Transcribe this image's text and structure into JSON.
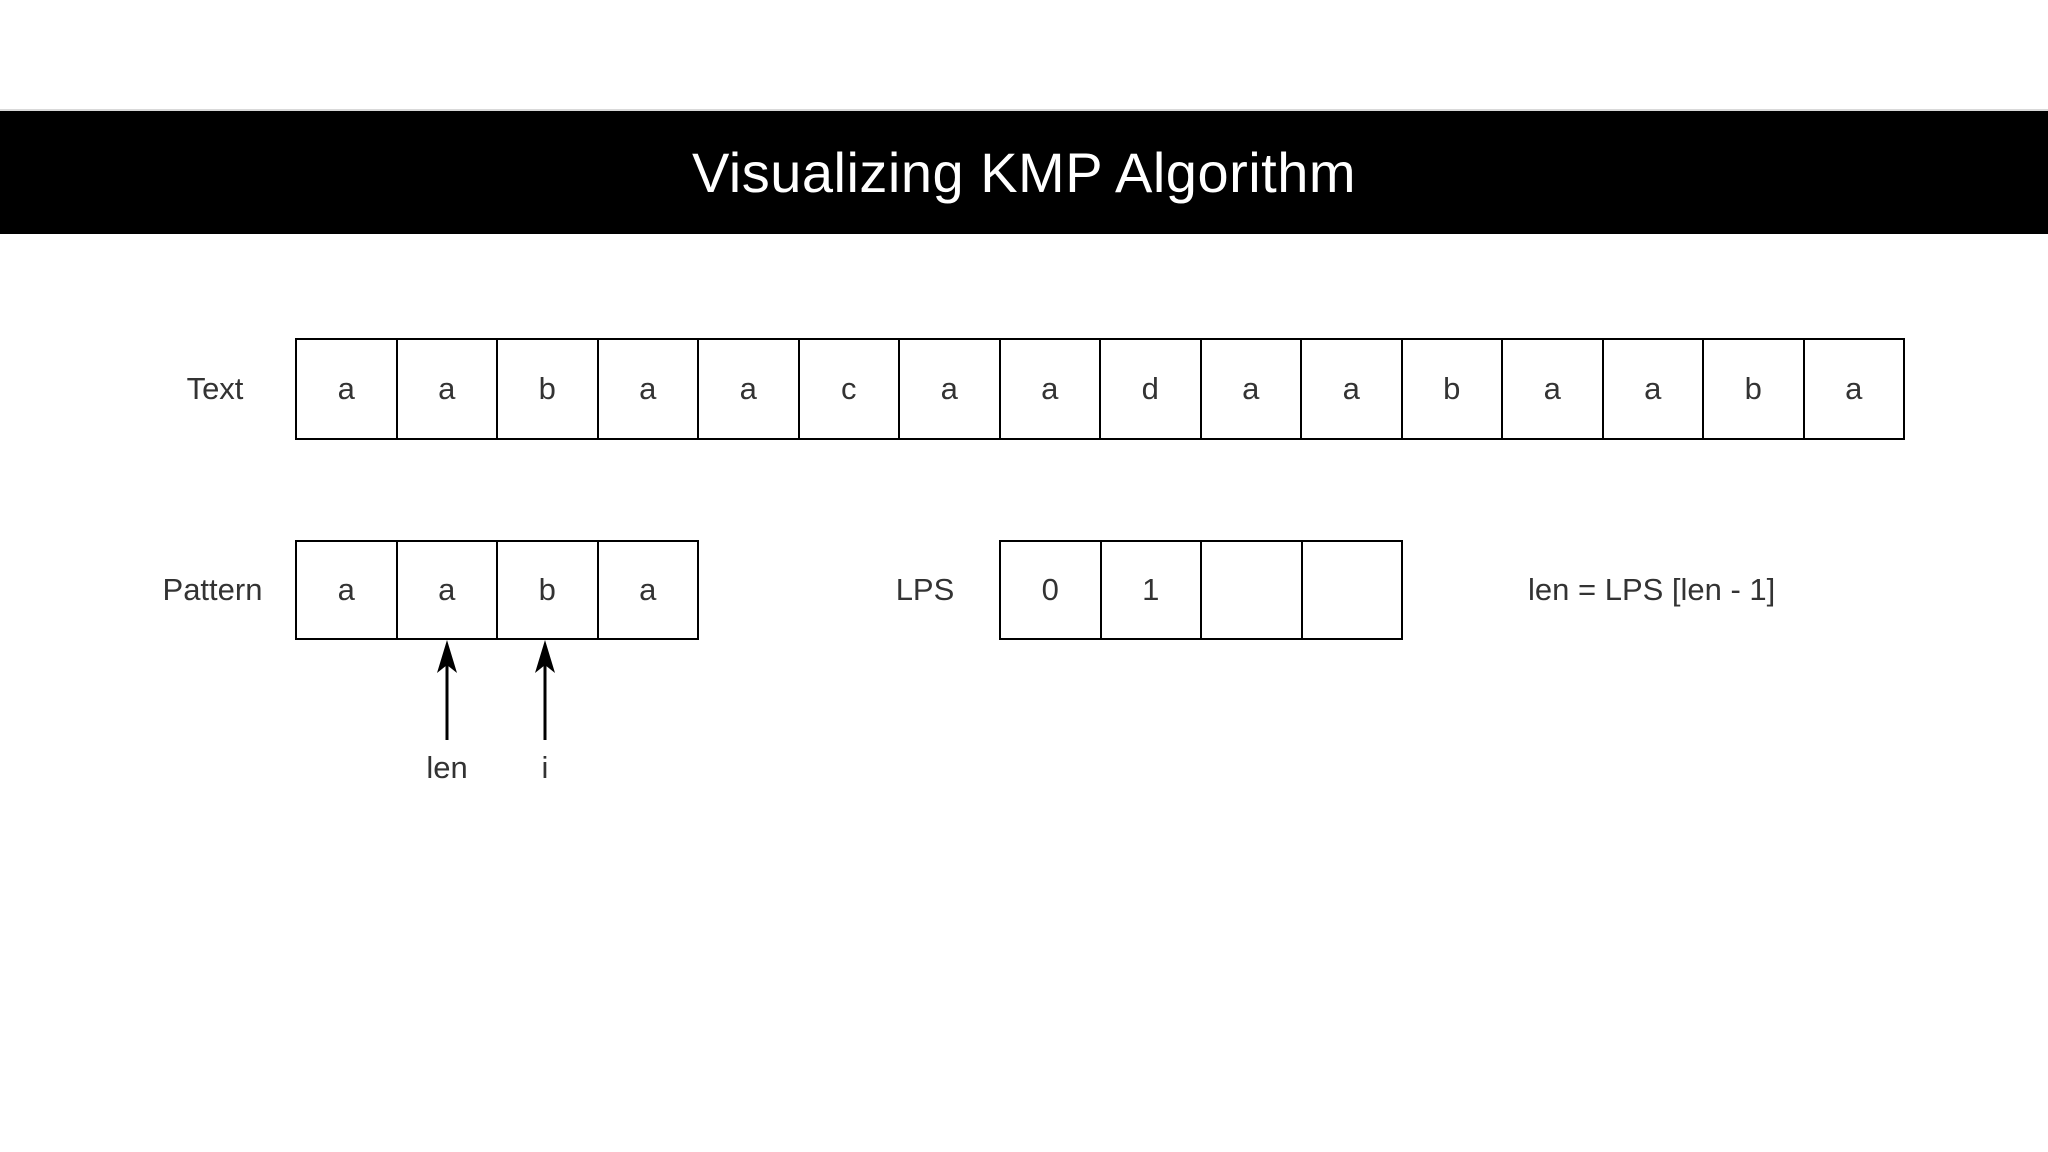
{
  "title": "Visualizing KMP Algorithm",
  "theme": {
    "banner_bg": "#000000",
    "banner_text": "#ffffff",
    "cell_border": "#000000",
    "cell_bg": "#ffffff",
    "text_color": "#333333",
    "page_bg": "#ffffff"
  },
  "text_row": {
    "label": "Text",
    "cells": [
      "a",
      "a",
      "b",
      "a",
      "a",
      "c",
      "a",
      "a",
      "d",
      "a",
      "a",
      "b",
      "a",
      "a",
      "b",
      "a"
    ]
  },
  "pattern_row": {
    "label": "Pattern",
    "cells": [
      "a",
      "a",
      "b",
      "a"
    ]
  },
  "lps_row": {
    "label": "LPS",
    "cells": [
      "0",
      "1",
      "",
      ""
    ]
  },
  "pointers": [
    {
      "label": "len",
      "target_cell_index": 1
    },
    {
      "label": "i",
      "target_cell_index": 2
    }
  ],
  "formula": "len = LPS [len - 1]"
}
